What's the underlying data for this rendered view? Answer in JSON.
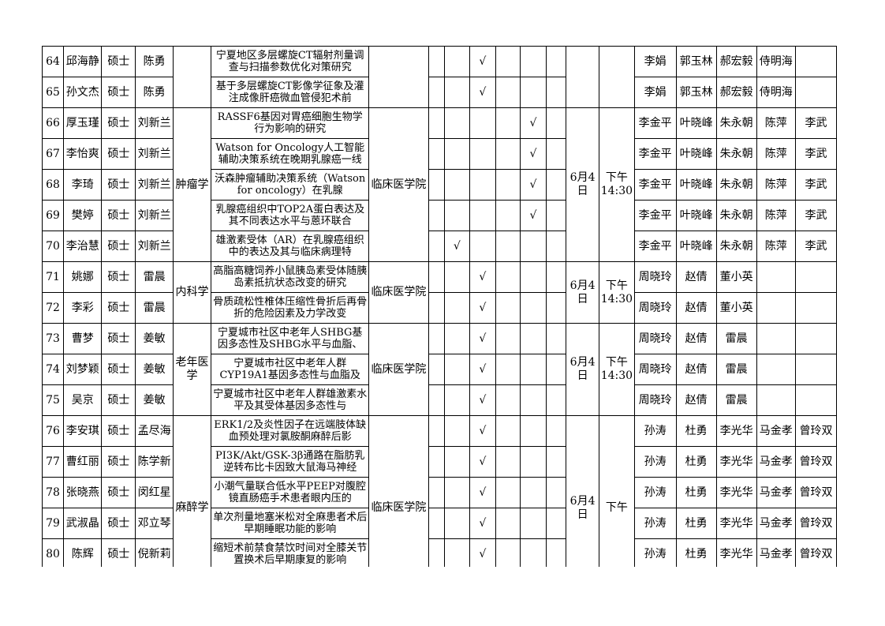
{
  "rows": [
    {
      "no": "64",
      "name": "邱海静",
      "degree": "硕士",
      "advisor": "陈勇",
      "topic": "宁夏地区多层螺旋CT辐射剂量调查与扫描参数优化对策研究",
      "checks": [
        "",
        "",
        "√",
        "",
        "",
        ""
      ],
      "examiners": [
        "李娟",
        "郭玉林",
        "郝宏毅",
        "侍明海",
        ""
      ]
    },
    {
      "no": "65",
      "name": "孙文杰",
      "degree": "硕士",
      "advisor": "陈勇",
      "topic": "基于多层螺旋CT影像学征象及灌注成像肝癌微血管侵犯术前",
      "checks": [
        "",
        "",
        "√",
        "",
        "",
        ""
      ],
      "examiners": [
        "李娟",
        "郭玉林",
        "郝宏毅",
        "侍明海",
        ""
      ]
    },
    {
      "no": "66",
      "name": "厚玉瑾",
      "degree": "硕士",
      "advisor": "刘新兰",
      "topic": "RASSF6基因对胃癌细胞生物学行为影响的研究",
      "checks": [
        "",
        "",
        "",
        "",
        "√",
        ""
      ],
      "examiners": [
        "李金平",
        "叶晓峰",
        "朱永朝",
        "陈萍",
        "李武"
      ]
    },
    {
      "no": "67",
      "name": "李怡爽",
      "degree": "硕士",
      "advisor": "刘新兰",
      "topic": "Watson for Oncology人工智能辅助决策系统在晚期乳腺癌一线",
      "checks": [
        "",
        "",
        "",
        "",
        "√",
        ""
      ],
      "examiners": [
        "李金平",
        "叶晓峰",
        "朱永朝",
        "陈萍",
        "李武"
      ]
    },
    {
      "no": "68",
      "name": "李琦",
      "degree": "硕士",
      "advisor": "刘新兰",
      "topic": "沃森肿瘤辅助决策系统（Watson for oncology）在乳腺",
      "checks": [
        "",
        "",
        "",
        "",
        "√",
        ""
      ],
      "examiners": [
        "李金平",
        "叶晓峰",
        "朱永朝",
        "陈萍",
        "李武"
      ]
    },
    {
      "no": "69",
      "name": "樊婷",
      "degree": "硕士",
      "advisor": "刘新兰",
      "topic": "乳腺癌组织中TOP2A蛋白表达及其不同表达水平与蒽环联合",
      "checks": [
        "",
        "",
        "",
        "",
        "√",
        ""
      ],
      "examiners": [
        "李金平",
        "叶晓峰",
        "朱永朝",
        "陈萍",
        "李武"
      ]
    },
    {
      "no": "70",
      "name": "李治慧",
      "degree": "硕士",
      "advisor": "刘新兰",
      "topic": "雄激素受体（AR）在乳腺癌组织中的表达及其与临床病理特",
      "checks": [
        "",
        "√",
        "",
        "",
        "",
        ""
      ],
      "examiners": [
        "李金平",
        "叶晓峰",
        "朱永朝",
        "陈萍",
        "李武"
      ]
    },
    {
      "no": "71",
      "name": "姚娜",
      "degree": "硕士",
      "advisor": "雷晨",
      "topic": "高脂高糖饲养小鼠胰岛素受体随胰岛素抵抗状态改变的研究",
      "checks": [
        "",
        "",
        "√",
        "",
        "",
        ""
      ],
      "examiners": [
        "周晓玲",
        "赵倩",
        "董小英",
        "",
        ""
      ]
    },
    {
      "no": "72",
      "name": "李彩",
      "degree": "硕士",
      "advisor": "雷晨",
      "topic": "骨质疏松性椎体压缩性骨折后再骨折的危险因素及力学改变",
      "checks": [
        "",
        "",
        "√",
        "",
        "",
        ""
      ],
      "examiners": [
        "周晓玲",
        "赵倩",
        "董小英",
        "",
        ""
      ]
    },
    {
      "no": "73",
      "name": "曹梦",
      "degree": "硕士",
      "advisor": "姜敏",
      "topic": "宁夏城市社区中老年人SHBG基因多态性及SHBG水平与血脂、",
      "checks": [
        "",
        "",
        "√",
        "",
        "",
        ""
      ],
      "examiners": [
        "周晓玲",
        "赵倩",
        "雷晨",
        "",
        ""
      ]
    },
    {
      "no": "74",
      "name": "刘梦颖",
      "degree": "硕士",
      "advisor": "姜敏",
      "topic": "宁夏城市社区中老年人群CYP19A1基因多态性与血脂及",
      "checks": [
        "",
        "",
        "√",
        "",
        "",
        ""
      ],
      "examiners": [
        "周晓玲",
        "赵倩",
        "雷晨",
        "",
        ""
      ]
    },
    {
      "no": "75",
      "name": "吴京",
      "degree": "硕士",
      "advisor": "姜敏",
      "topic": "宁夏城市社区中老年人群雄激素水平及其受体基因多态性与",
      "checks": [
        "",
        "",
        "√",
        "",
        "",
        ""
      ],
      "examiners": [
        "周晓玲",
        "赵倩",
        "雷晨",
        "",
        ""
      ]
    },
    {
      "no": "76",
      "name": "李安琪",
      "degree": "硕士",
      "advisor": "孟尽海",
      "topic": "ERK1/2及炎性因子在远端肢体缺血预处理对氯胺酮麻醉后影",
      "checks": [
        "",
        "",
        "√",
        "",
        "",
        ""
      ],
      "examiners": [
        "孙涛",
        "杜勇",
        "李光华",
        "马金孝",
        "曾玲双"
      ]
    },
    {
      "no": "77",
      "name": "曹红丽",
      "degree": "硕士",
      "advisor": "陈学新",
      "topic": "PI3K/Akt/GSK-3β通路在脂肪乳逆转布比卡因致大鼠海马神经",
      "checks": [
        "",
        "",
        "√",
        "",
        "",
        ""
      ],
      "examiners": [
        "孙涛",
        "杜勇",
        "李光华",
        "马金孝",
        "曾玲双"
      ]
    },
    {
      "no": "78",
      "name": "张晓燕",
      "degree": "硕士",
      "advisor": "闵红星",
      "topic": "小潮气量联合低水平PEEP对腹腔镜直肠癌手术患者眼内压的",
      "checks": [
        "",
        "",
        "√",
        "",
        "",
        ""
      ],
      "examiners": [
        "孙涛",
        "杜勇",
        "李光华",
        "马金孝",
        "曾玲双"
      ]
    },
    {
      "no": "79",
      "name": "武淑晶",
      "degree": "硕士",
      "advisor": "邓立琴",
      "topic": "单次剂量地塞米松对全麻患者术后早期睡眠功能的影响",
      "checks": [
        "",
        "",
        "√",
        "",
        "",
        ""
      ],
      "examiners": [
        "孙涛",
        "杜勇",
        "李光华",
        "马金孝",
        "曾玲双"
      ]
    },
    {
      "no": "80",
      "name": "陈辉",
      "degree": "硕士",
      "advisor": "倪新莉",
      "topic": "缩短术前禁食禁饮时间对全膝关节置换术后早期康复的影响",
      "checks": [
        "",
        "",
        "√",
        "",
        "",
        ""
      ],
      "examiners": [
        "孙涛",
        "杜勇",
        "李光华",
        "马金孝",
        "曾玲双"
      ]
    },
    {
      "no": "",
      "name": "",
      "degree": "",
      "advisor": "",
      "topic": "",
      "checks": [
        "",
        "",
        "",
        "",
        "",
        ""
      ],
      "examiners": [
        "",
        "",
        "",
        "",
        ""
      ]
    }
  ],
  "groups": {
    "g0": {
      "major": "",
      "college": "",
      "date": "",
      "time": ""
    },
    "g1": {
      "major": "肿瘤学",
      "college": "临床医学院",
      "date": "6月4日",
      "time": "下午14:30"
    },
    "g2": {
      "major": "内科学",
      "college": "临床医学院",
      "date": "6月4日",
      "time": "下午14:30"
    },
    "g3": {
      "major": "老年医学",
      "college": "临床医学院",
      "date": "6月4日",
      "time": "下午14:30"
    },
    "g4": {
      "major": "麻醉学",
      "college": "临床医学院",
      "date": "6月4日",
      "time": "下午"
    }
  }
}
